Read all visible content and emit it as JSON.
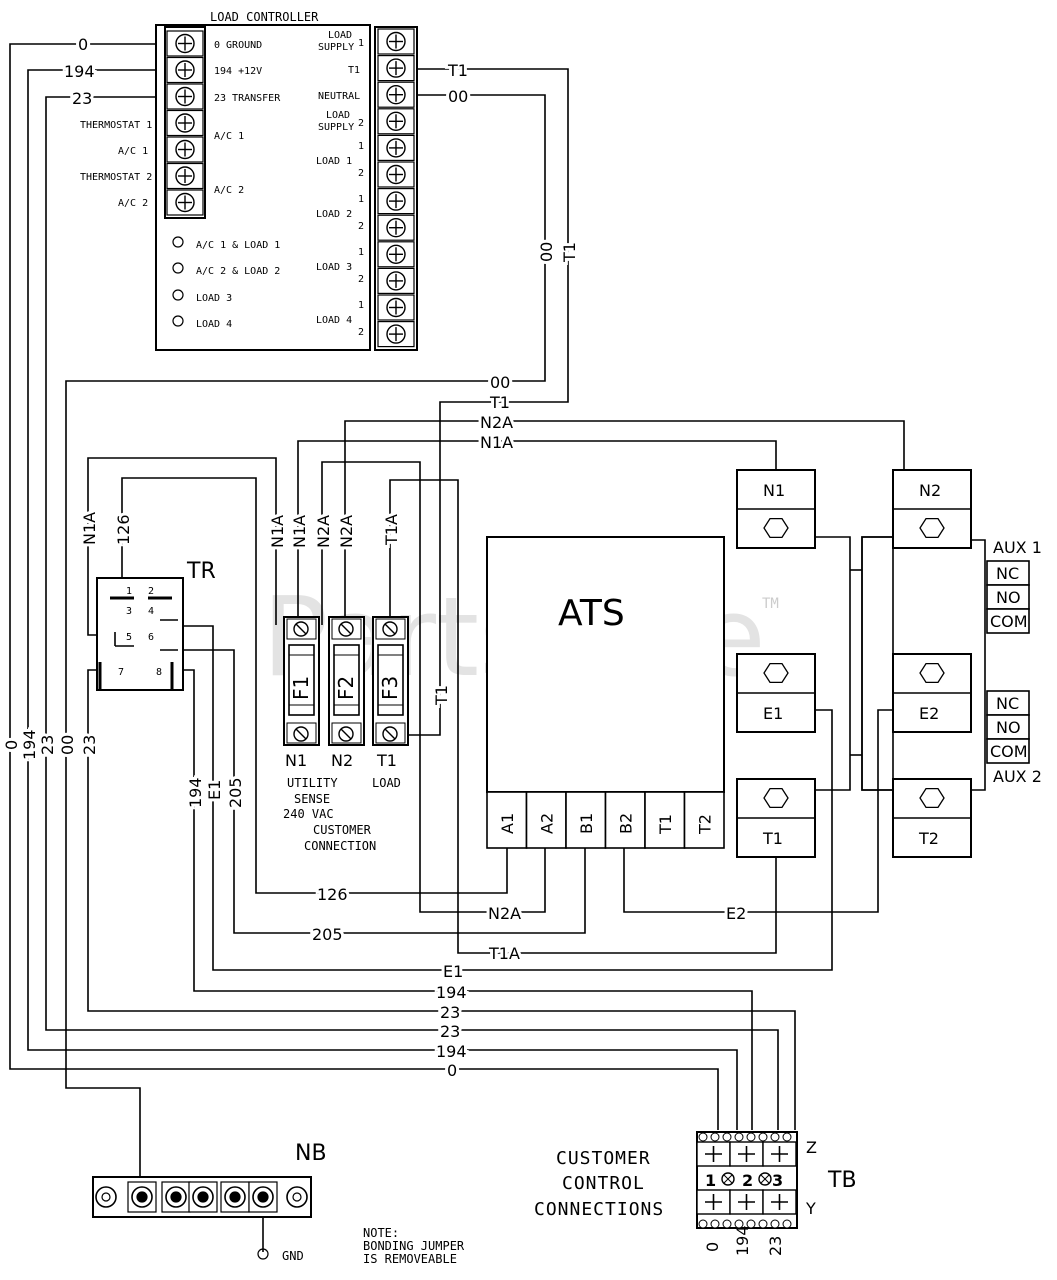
{
  "watermark": "PartsTree",
  "watermark_tm": "TM",
  "load_controller": {
    "title": "LOAD CONTROLLER",
    "left_terminals": [
      "0 GROUND",
      "194 +12V",
      "23 TRANSFER",
      "A/C 1",
      "A/C 2"
    ],
    "left_outside": [
      "THERMOSTAT 1",
      "A/C 1",
      "THERMOSTAT 2",
      "A/C 2"
    ],
    "leds": [
      "A/C 1 & LOAD 1",
      "A/C 2 & LOAD 2",
      "LOAD 3",
      "LOAD 4"
    ],
    "right_labels": [
      "LOAD",
      "SUPPLY",
      "1",
      "T1",
      "NEUTRAL",
      "LOAD",
      "SUPPLY",
      "2",
      "LOAD 1",
      "LOAD 2",
      "LOAD 3",
      "LOAD 4",
      "1",
      "2"
    ]
  },
  "wire_labels": {
    "w0": "0",
    "w194": "194",
    "w23": "23",
    "wT1": "T1",
    "w00": "00",
    "wN2A": "N2A",
    "wN1A": "N1A",
    "w126": "126",
    "wT1A": "T1A",
    "wE1": "E1",
    "w205": "205",
    "wE2": "E2"
  },
  "tr": {
    "title": "TR",
    "pins": [
      "1",
      "2",
      "3",
      "4",
      "5",
      "6",
      "7",
      "8"
    ]
  },
  "fuses": {
    "names": [
      "F1",
      "F2",
      "F3"
    ],
    "bottom": [
      "N1",
      "N2",
      "T1"
    ],
    "note1": "UTILITY",
    "note2": "SENSE",
    "note3": "240 VAC",
    "load": "LOAD",
    "cc1": "CUSTOMER",
    "cc2": "CONNECTION"
  },
  "ats": {
    "title": "ATS",
    "terminals": [
      "A1",
      "A2",
      "B1",
      "B2",
      "T1",
      "T2"
    ]
  },
  "contacts": {
    "n1": "N1",
    "n2": "N2",
    "e1": "E1",
    "e2": "E2",
    "t1": "T1",
    "t2": "T2"
  },
  "aux": {
    "aux1": "AUX 1",
    "aux2": "AUX 2",
    "nc": "NC",
    "no": "NO",
    "com": "COM"
  },
  "nb": {
    "title": "NB",
    "gnd": "GND",
    "note1": "NOTE:",
    "note2": "BONDING JUMPER",
    "note3": "IS REMOVEABLE"
  },
  "tb": {
    "title": "TB",
    "z": "Z",
    "y": "Y",
    "nums": [
      "1",
      "2",
      "3"
    ],
    "bottom": [
      "0",
      "194",
      "23"
    ]
  },
  "customer": {
    "l1": "CUSTOMER",
    "l2": "CONTROL",
    "l3": "CONNECTIONS"
  }
}
